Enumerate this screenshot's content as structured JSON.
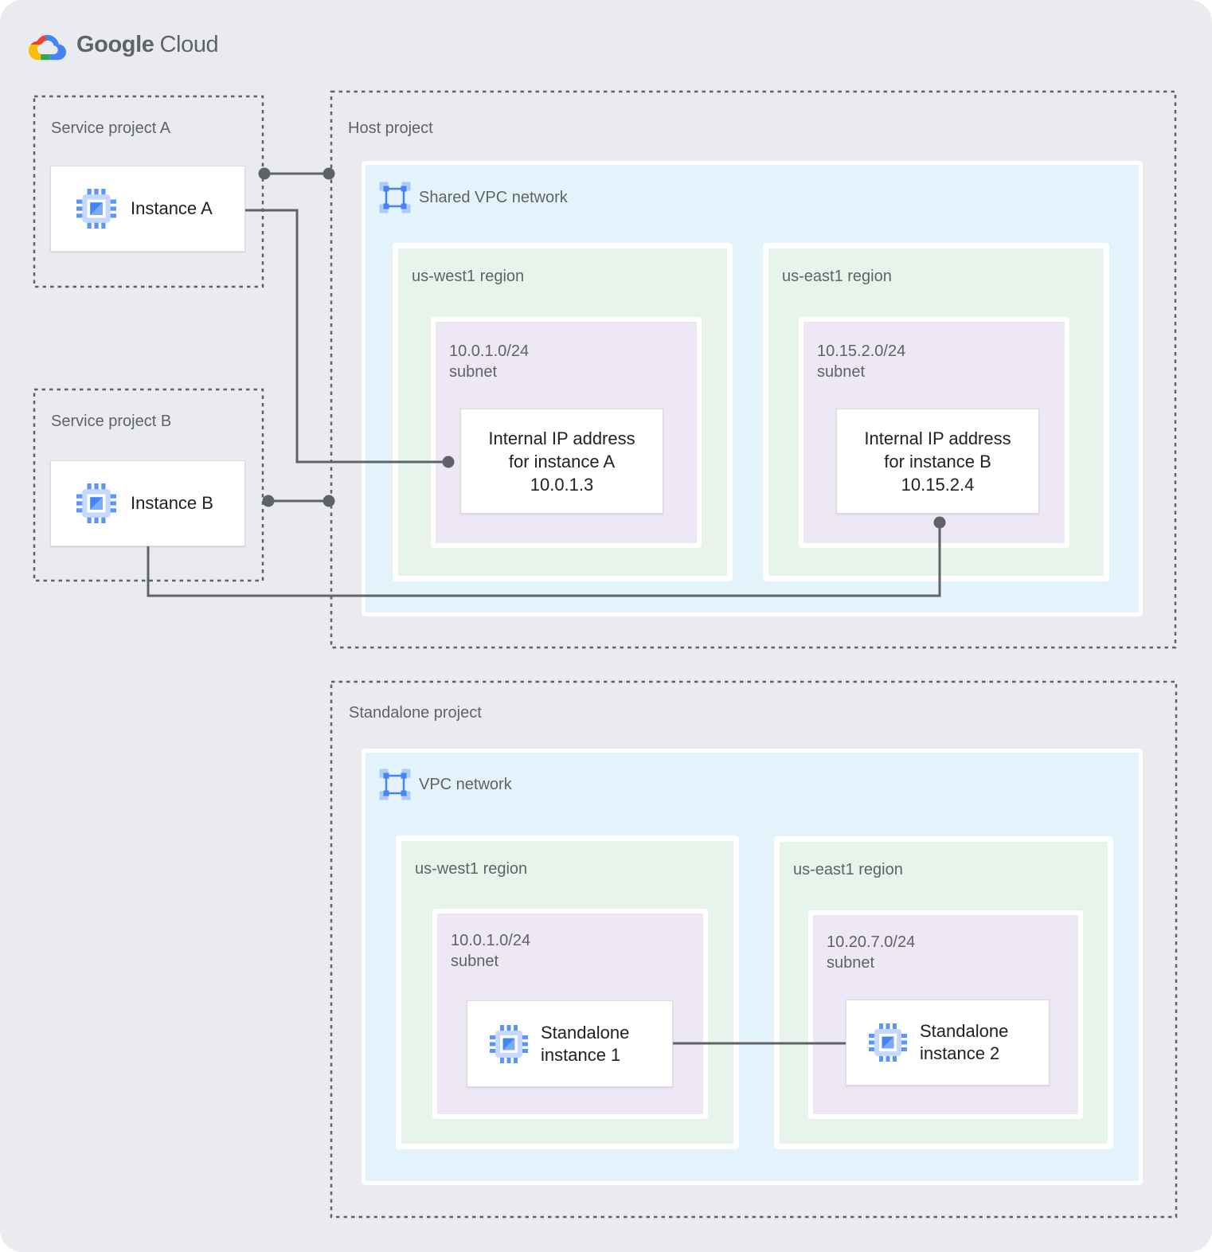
{
  "logo": {
    "brand": "Google",
    "product": "Cloud"
  },
  "colors": {
    "canvas_bg": "#e9ebee",
    "network_blue": "#e4f2fb",
    "region_green": "#e7f4ec",
    "subnet_purple": "#ede7f6",
    "card_bg": "#ffffff",
    "card_border": "#dadce0",
    "connector_gray": "#5f6368",
    "label_gray": "#5f6368",
    "card_text": "#202124",
    "icon_blue": "#4285f4",
    "icon_blue_light": "#aecbfa",
    "logo_red": "#ea4335",
    "logo_yellow": "#fbbc05",
    "logo_green": "#34a853",
    "logo_blue": "#4285f4"
  },
  "service_project_a": {
    "title": "Service project A",
    "instance_label": "Instance A"
  },
  "service_project_b": {
    "title": "Service project B",
    "instance_label": "Instance B"
  },
  "host_project": {
    "title": "Host project",
    "network_label": "Shared VPC network",
    "west": {
      "region_label": "us-west1 region",
      "subnet_cidr": "10.0.1.0/24",
      "subnet_word": "subnet",
      "ip_card": [
        "Internal IP address",
        "for instance A",
        "10.0.1.3"
      ]
    },
    "east": {
      "region_label": "us-east1 region",
      "subnet_cidr": "10.15.2.0/24",
      "subnet_word": "subnet",
      "ip_card": [
        "Internal IP address",
        "for instance B",
        "10.15.2.4"
      ]
    }
  },
  "standalone_project": {
    "title": "Standalone project",
    "network_label": "VPC network",
    "west": {
      "region_label": "us-west1 region",
      "subnet_cidr": "10.0.1.0/24",
      "subnet_word": "subnet",
      "instance_line1": "Standalone",
      "instance_line2": "instance 1"
    },
    "east": {
      "region_label": "us-east1 region",
      "subnet_cidr": "10.20.7.0/24",
      "subnet_word": "subnet",
      "instance_line1": "Standalone",
      "instance_line2": "instance 2"
    }
  }
}
